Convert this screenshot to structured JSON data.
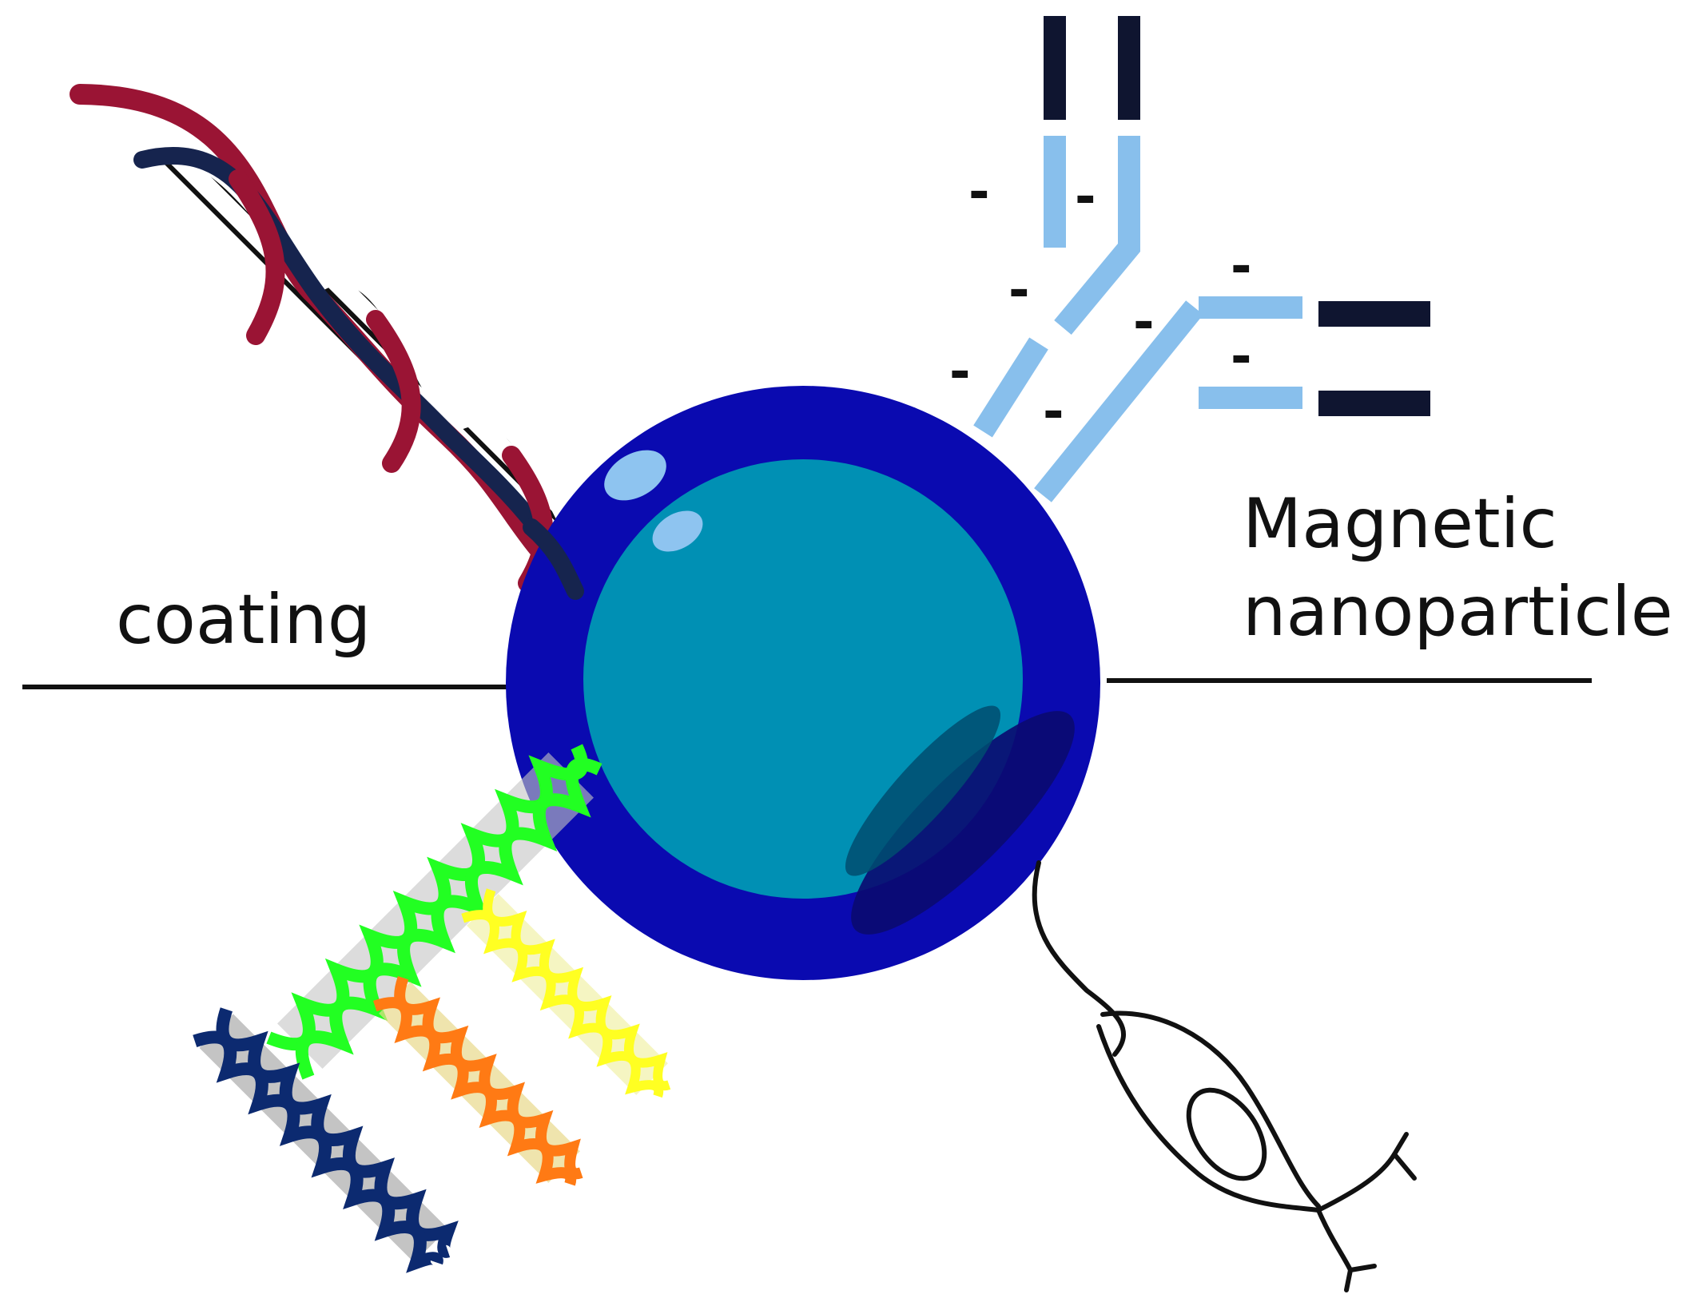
{
  "labels": {
    "coating": "coating",
    "particle_line1": "Magnetic",
    "particle_line2": "nanoparticle"
  },
  "charges": [
    "-",
    "-",
    "-",
    "-",
    "-",
    "-",
    "-",
    "-"
  ],
  "colors": {
    "shell": "#0a0ab0",
    "core": "#0090b4",
    "highlight": "#8ec4f0",
    "shadow": "#0a0a70",
    "dna_red": "#9a1434",
    "dna_navy": "#16244e",
    "antibody_light": "#88bfec",
    "antibody_dark": "#0f1530",
    "strand_green": "#22ff22",
    "strand_yellow": "#ffff22",
    "strand_orange": "#ff7a14",
    "strand_navy": "#0c2a70",
    "strand_fill": "#c4c4c4",
    "line": "#111111"
  },
  "icons": [
    "dna-double-helix-icon",
    "antibody-icon",
    "cell-icon",
    "aptamer-strand-icon"
  ]
}
